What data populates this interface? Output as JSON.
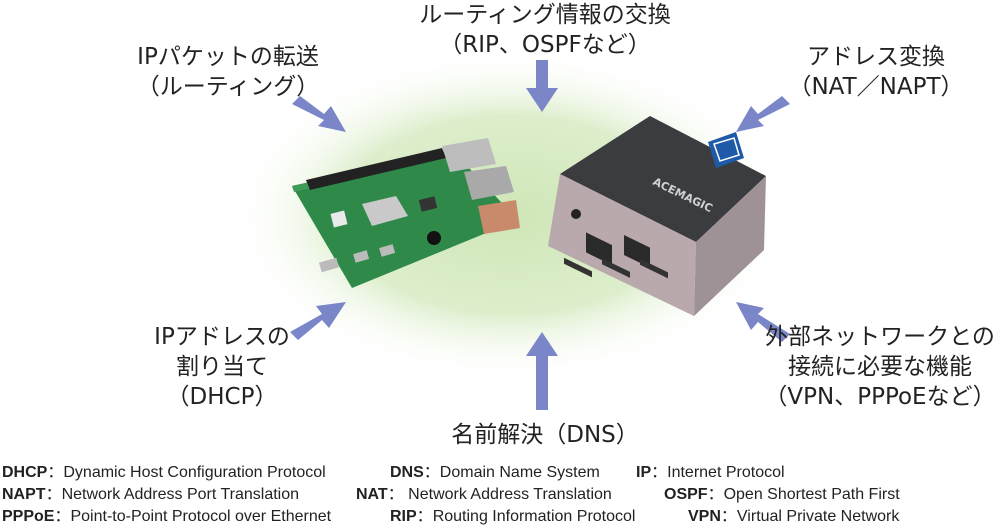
{
  "labels": {
    "top": [
      "ルーティング情報の交換",
      "（RIP、OSPFなど）"
    ],
    "top_left": [
      "IPパケットの転送",
      "（ルーティング）"
    ],
    "top_right": [
      "アドレス変換",
      "（NAT／NAPT）"
    ],
    "bottom_left": [
      "IPアドレスの",
      "割り当て",
      "（DHCP）"
    ],
    "bottom": [
      "名前解決（DNS）"
    ],
    "bottom_right": [
      "外部ネットワークとの",
      "接続に必要な機能",
      "（VPN、PPPoEなど）"
    ]
  },
  "device": {
    "brand": "ACEMAGIC"
  },
  "legend": [
    [
      {
        "abbr": "DHCP",
        "sep": "：",
        "full": "Dynamic Host Configuration Protocol"
      },
      {
        "abbr": "DNS",
        "sep": "：",
        "full": "Domain Name System"
      },
      {
        "abbr": "IP",
        "sep": "：",
        "full": "Internet Protocol"
      }
    ],
    [
      {
        "abbr": "NAPT",
        "sep": "：",
        "full": "Network Address Port Translation"
      },
      {
        "abbr": "NAT",
        "sep": "：",
        "full": " Network Address Translation"
      },
      {
        "abbr": "OSPF",
        "sep": "：",
        "full": "Open Shortest Path First"
      }
    ],
    [
      {
        "abbr": "PPPoE",
        "sep": "：",
        "full": "Point-to-Point Protocol over Ethernet"
      },
      {
        "abbr": "RIP",
        "sep": "：",
        "full": "Routing Information Protocol"
      },
      {
        "abbr": "VPN",
        "sep": "：",
        "full": "Virtual Private Network"
      }
    ]
  ],
  "colors": {
    "arrow": "#7b86c8",
    "glow": "#cfe6b6",
    "board": "#2f8a4a",
    "router_top": "#3a3c40",
    "router_side": "#b9a9ad"
  }
}
